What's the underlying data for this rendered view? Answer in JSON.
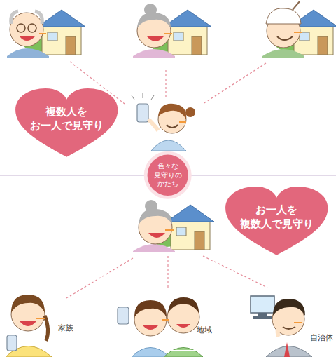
{
  "diagram": {
    "nodes": [
      {
        "text": [
          "複数人を お一人で見守り"
        ]
      },
      {
        "text": [
          "色々な 見守りの かたち"
        ]
      },
      {
        "text": [
          "お一人を 複数人で見守り"
        ]
      }
    ],
    "labels": [
      "家族",
      "地域",
      "自治体"
    ]
  }
}
